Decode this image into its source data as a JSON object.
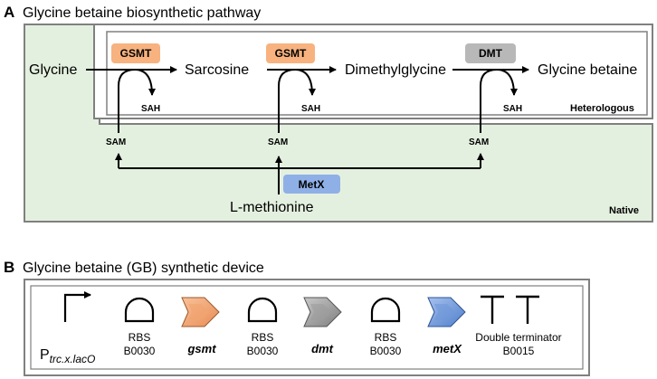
{
  "panel_a": {
    "letter": "A",
    "title": "Glycine betaine biosynthetic pathway",
    "compounds": {
      "glycine": "Glycine",
      "sarcosine": "Sarcosine",
      "dimethylglycine": "Dimethylglycine",
      "glycine_betaine": "Glycine betaine",
      "l_methionine": "L-methionine"
    },
    "enzymes": {
      "gsmt1": "GSMT",
      "gsmt2": "GSMT",
      "dmt": "DMT",
      "metx": "MetX"
    },
    "byproducts": {
      "sah1": "SAH",
      "sah2": "SAH",
      "sah3": "SAH"
    },
    "cofactors": {
      "sam1": "SAM",
      "sam2": "SAM",
      "sam3": "SAM"
    },
    "regions": {
      "heterologous": "Heterologous",
      "native": "Native"
    },
    "colors": {
      "gsmt": "#f7b27f",
      "dmt": "#b8b8b8",
      "metx": "#8fb0e6",
      "native_bg": "#e4f0df",
      "border": "#7f7f7f"
    }
  },
  "panel_b": {
    "letter": "B",
    "title": "Glycine betaine (GB) synthetic device",
    "promoter": {
      "main": "P",
      "sub": "trc.x.lacO"
    },
    "parts": [
      {
        "line1": "RBS",
        "line2": "B0030"
      },
      {
        "gene": "gsmt"
      },
      {
        "line1": "RBS",
        "line2": "B0030"
      },
      {
        "gene": "dmt"
      },
      {
        "line1": "RBS",
        "line2": "B0030"
      },
      {
        "gene": "metX"
      },
      {
        "line1": "Double terminator",
        "line2": "B0015"
      }
    ],
    "colors": {
      "gsmt": "#f2a470",
      "dmt": "#9d9d9d",
      "metx": "#6f97d9"
    }
  }
}
